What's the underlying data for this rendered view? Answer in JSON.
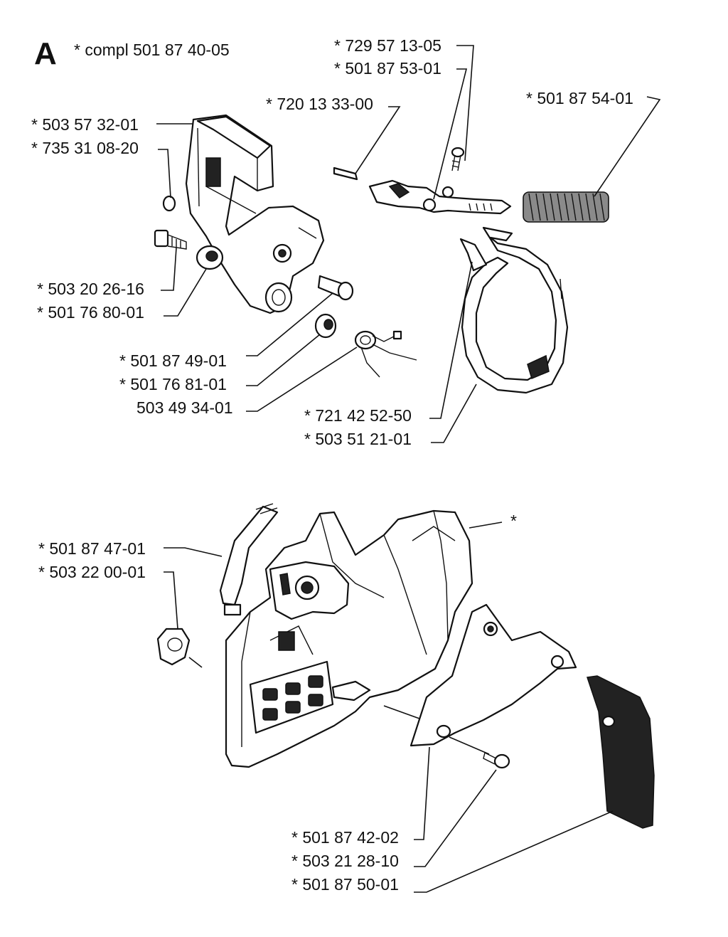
{
  "section": {
    "letter": "A",
    "compl_label": "* compl 501 87 40-05"
  },
  "labels": {
    "p729571305": "* 729 57 13-05",
    "p501875301": "* 501 87 53-01",
    "p720133300": "* 720 13 33-00",
    "p501875401": "* 501 87 54-01",
    "p503573201": "* 503 57 32-01",
    "p735310820": "* 735 31 08-20",
    "p503202616": "* 503 20 26-16",
    "p501768001": "* 501 76 80-01",
    "p501874901": "* 501 87 49-01",
    "p501768101": "* 501 76 81-01",
    "p503493401": "503 49 34-01",
    "p721425250": "* 721 42 52-50",
    "p503512101": "* 503 51 21-01",
    "p501874701": "* 501 87 47-01",
    "p503220001": "* 503 22 00-01",
    "star": "*",
    "p501874202": "* 501 87 42-02",
    "p503212810": "* 503 21 28-10",
    "p501875001": "* 501 87 50-01"
  }
}
